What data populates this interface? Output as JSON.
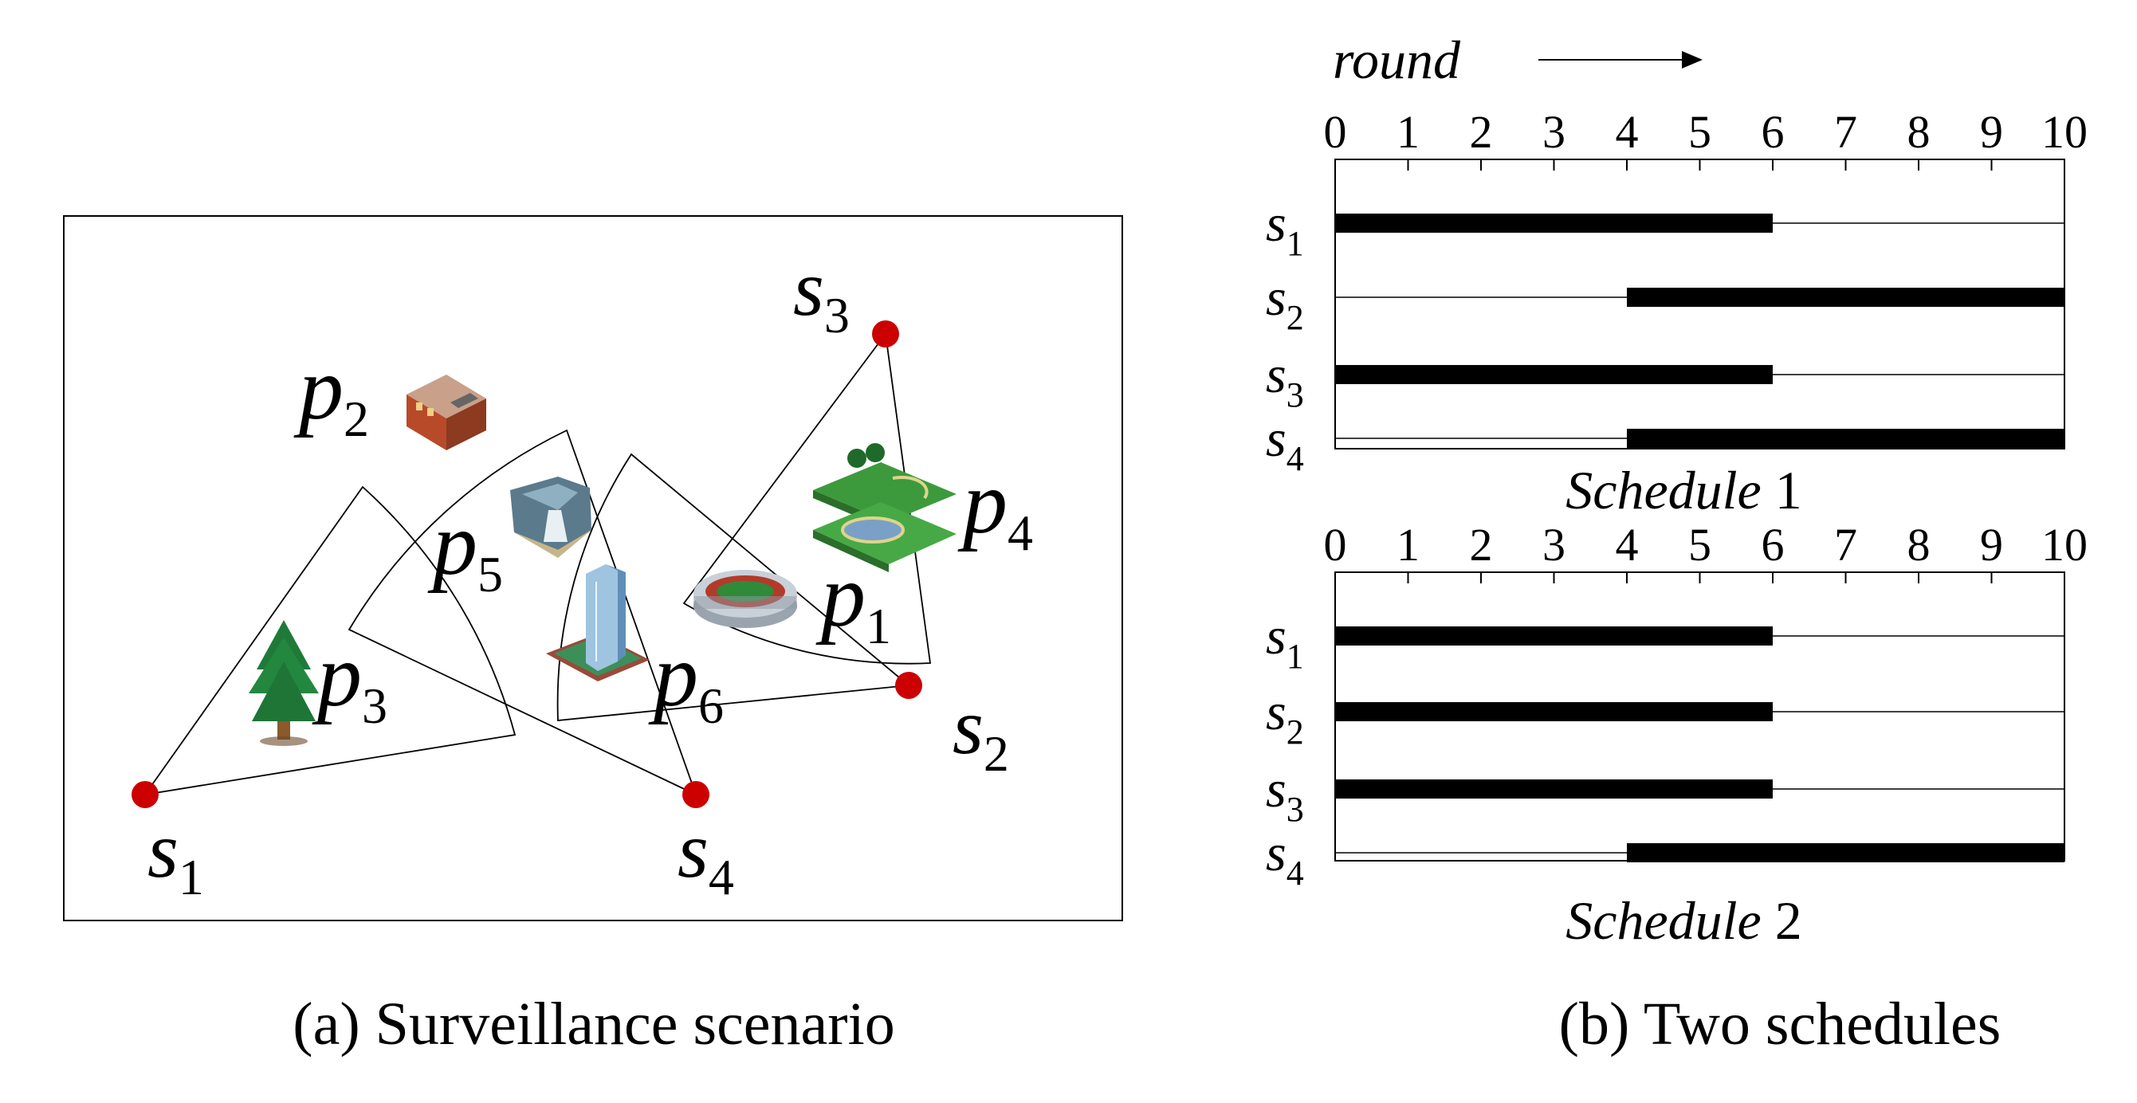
{
  "panel_a": {
    "caption": "(a)  Surveillance scenario",
    "sensors": [
      {
        "id": "s1",
        "label": "s",
        "sub": "1"
      },
      {
        "id": "s2",
        "label": "s",
        "sub": "2"
      },
      {
        "id": "s3",
        "label": "s",
        "sub": "3"
      },
      {
        "id": "s4",
        "label": "s",
        "sub": "4"
      }
    ],
    "targets": [
      {
        "id": "p1",
        "label": "p",
        "sub": "1",
        "icon": "stadium-icon"
      },
      {
        "id": "p2",
        "label": "p",
        "sub": "2",
        "icon": "building-icon"
      },
      {
        "id": "p3",
        "label": "p",
        "sub": "3",
        "icon": "tree-icon"
      },
      {
        "id": "p4",
        "label": "p",
        "sub": "4",
        "icon": "park-icon"
      },
      {
        "id": "p5",
        "label": "p",
        "sub": "5",
        "icon": "waterfall-icon"
      },
      {
        "id": "p6",
        "label": "p",
        "sub": "6",
        "icon": "skyscraper-icon"
      }
    ],
    "colors": {
      "sensor": "#cc0000",
      "sector": "#000000",
      "frame": "#000000"
    }
  },
  "panel_b": {
    "caption": "(b)   Two schedules",
    "round_label": "round",
    "ticks": [
      "0",
      "1",
      "2",
      "3",
      "4",
      "5",
      "6",
      "7",
      "8",
      "9",
      "10"
    ],
    "schedules": [
      {
        "title_word": "Schedule",
        "title_num": "1",
        "rows": [
          {
            "label": "s",
            "sub": "1",
            "active": [
              0,
              6
            ]
          },
          {
            "label": "s",
            "sub": "2",
            "active": [
              4,
              10
            ]
          },
          {
            "label": "s",
            "sub": "3",
            "active": [
              0,
              6
            ]
          },
          {
            "label": "s",
            "sub": "4",
            "active": [
              4,
              10
            ]
          }
        ]
      },
      {
        "title_word": "Schedule",
        "title_num": "2",
        "rows": [
          {
            "label": "s",
            "sub": "1",
            "active": [
              0,
              6
            ]
          },
          {
            "label": "s",
            "sub": "2",
            "active": [
              0,
              6
            ]
          },
          {
            "label": "s",
            "sub": "3",
            "active": [
              0,
              6
            ]
          },
          {
            "label": "s",
            "sub": "4",
            "active": [
              4,
              10
            ]
          }
        ]
      }
    ]
  }
}
